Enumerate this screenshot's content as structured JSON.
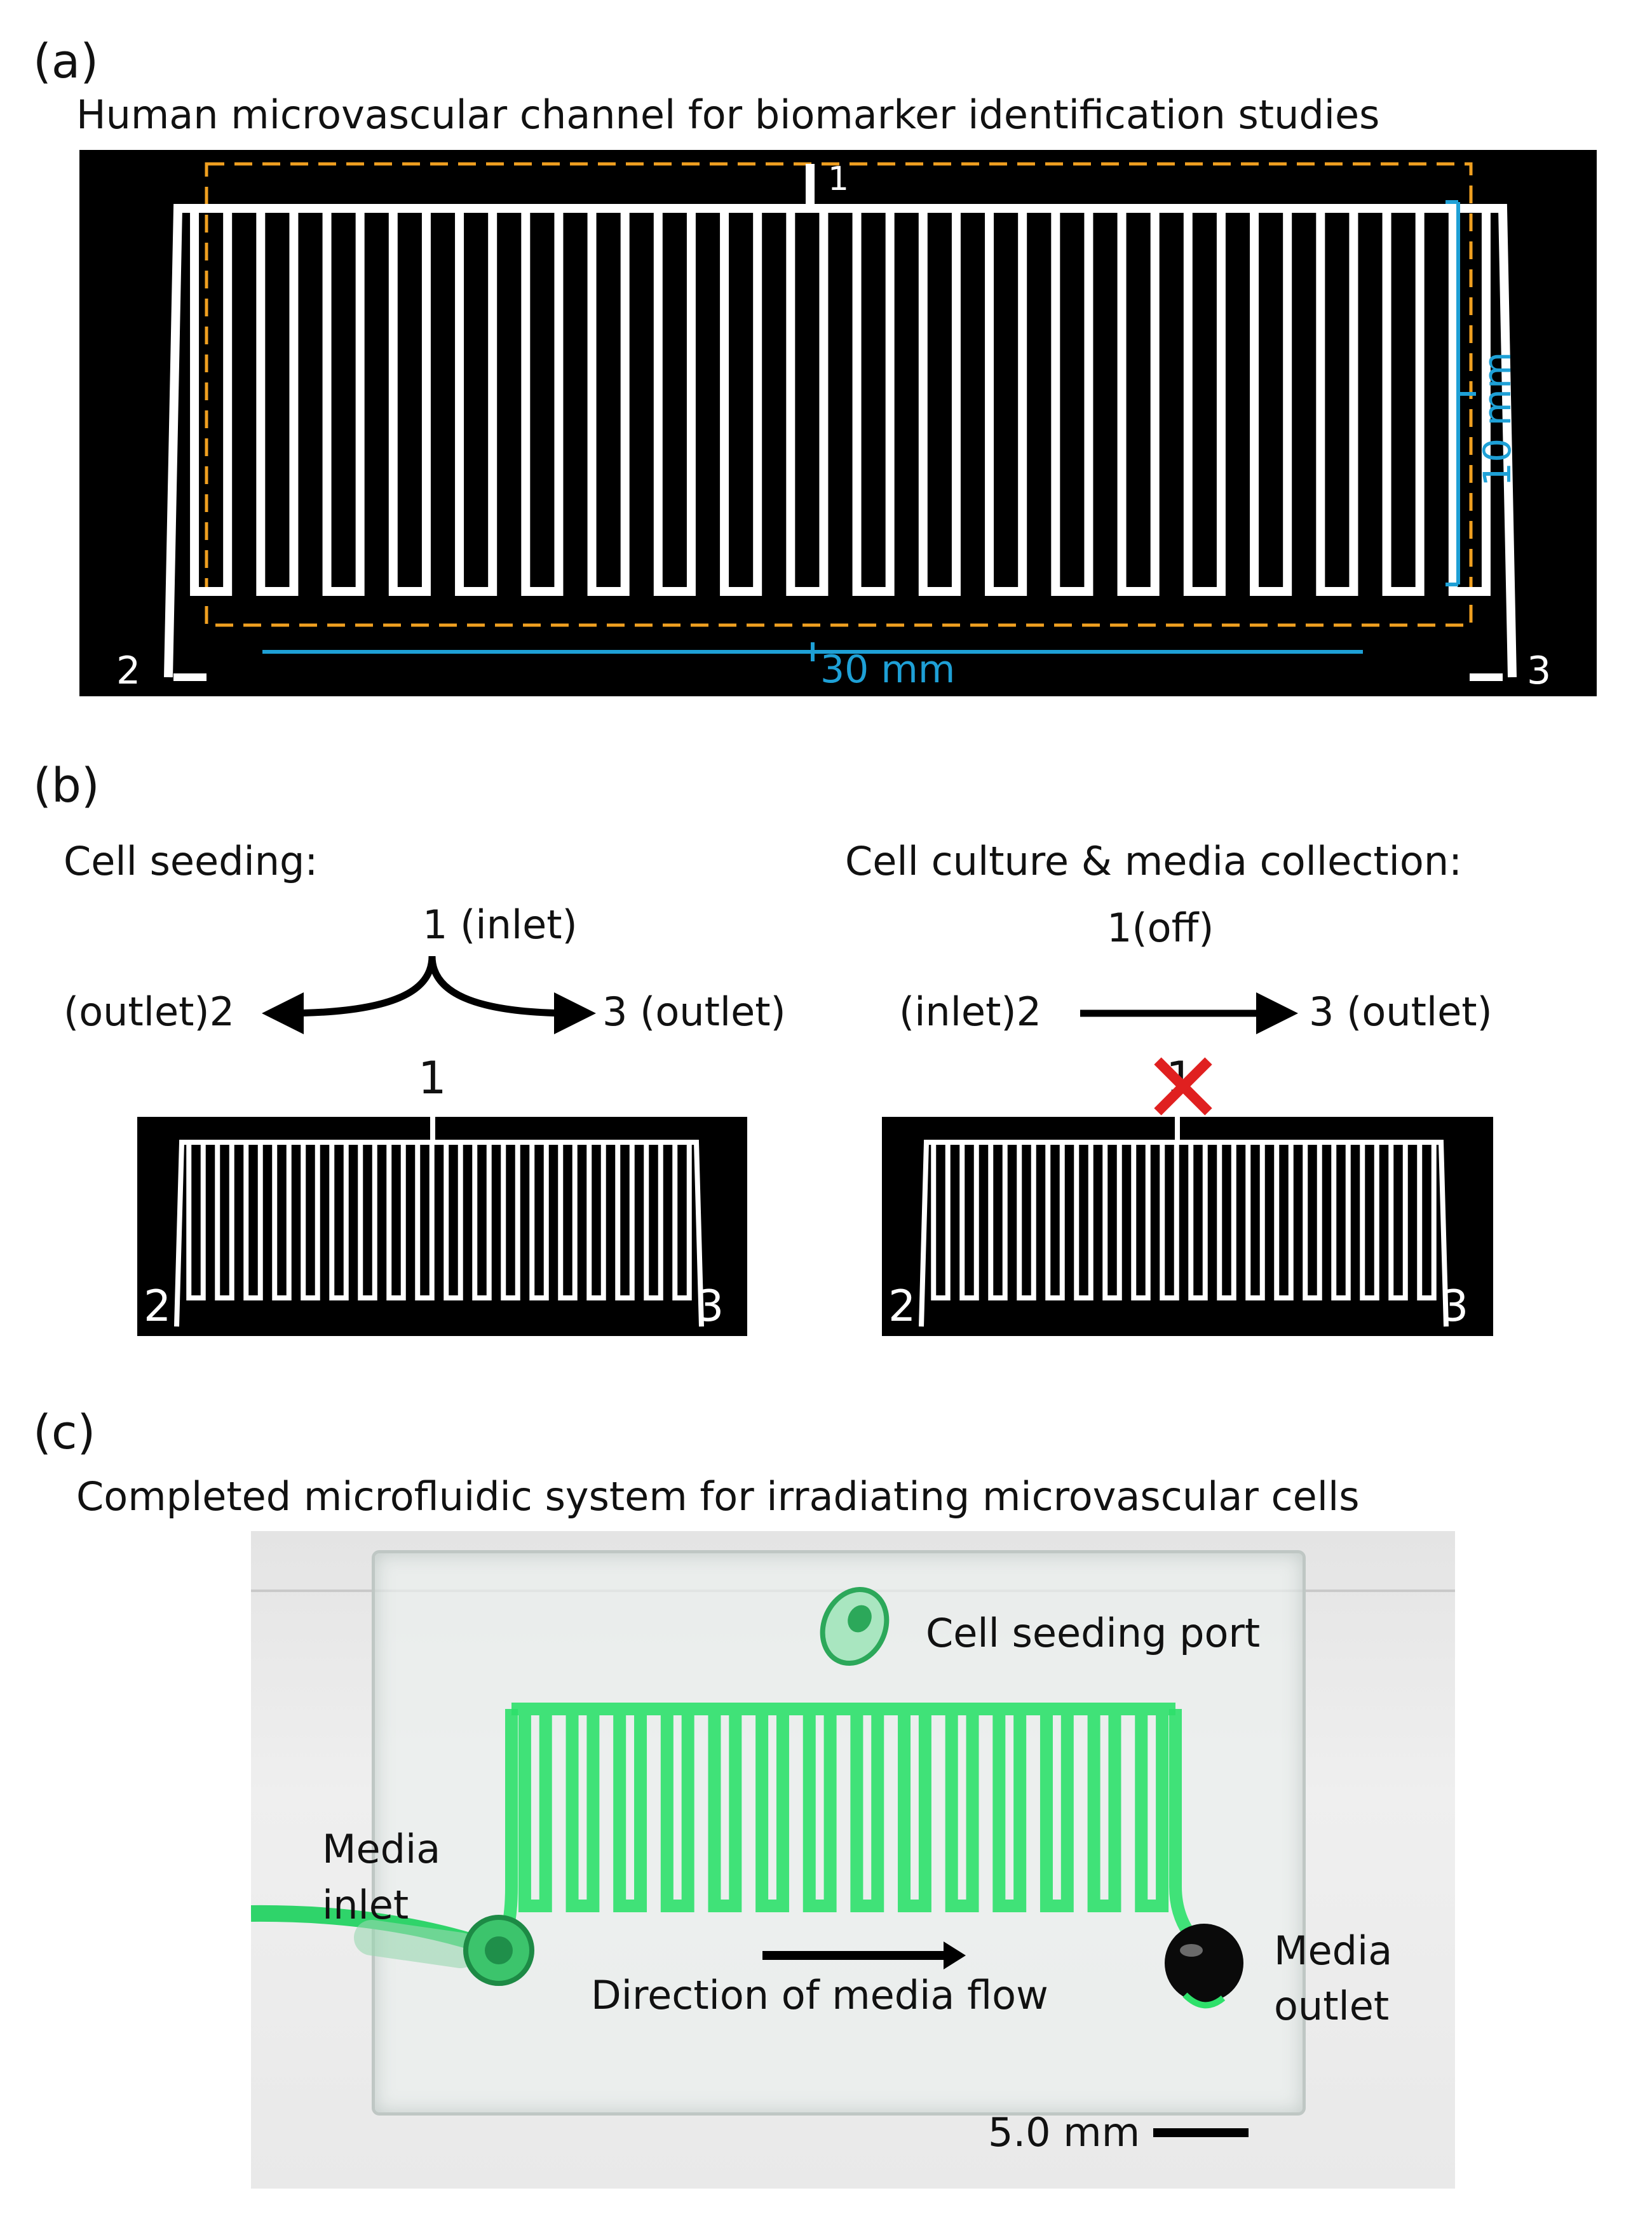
{
  "panel_a": {
    "letter": "(a)",
    "title": "Human microvascular channel for biomarker identification studies",
    "port1": "1",
    "port2": "2",
    "port3": "3",
    "dim_width": "30 mm",
    "dim_height": "10 mm",
    "colors": {
      "channel": "#ffffff",
      "background": "#000000",
      "boundary": "#f0a020",
      "dimension": "#1ea0d6"
    }
  },
  "panel_b": {
    "letter": "(b)",
    "left": {
      "heading": "Cell seeding:",
      "top_label": "1 (inlet)",
      "left_label": "(outlet)2",
      "right_label": "3 (outlet)",
      "port1": "1",
      "port2": "2",
      "port3": "3"
    },
    "right": {
      "heading": "Cell culture & media collection:",
      "top_label": "1(off)",
      "left_label": "(inlet)2",
      "right_label": "3 (outlet)",
      "port1": "1",
      "port2": "2",
      "port3": "3",
      "off_color": "#e02020"
    }
  },
  "panel_c": {
    "letter": "(c)",
    "title": "Completed microfluidic system for irradiating microvascular cells",
    "seeding_port": "Cell seeding port",
    "media_inlet_line1": "Media",
    "media_inlet_line2": "inlet",
    "media_outlet_line1": "Media",
    "media_outlet_line2": "outlet",
    "flow_label": "Direction of media flow",
    "scale_bar": "5.0 mm",
    "colors": {
      "dye": "#2ee06a"
    }
  }
}
